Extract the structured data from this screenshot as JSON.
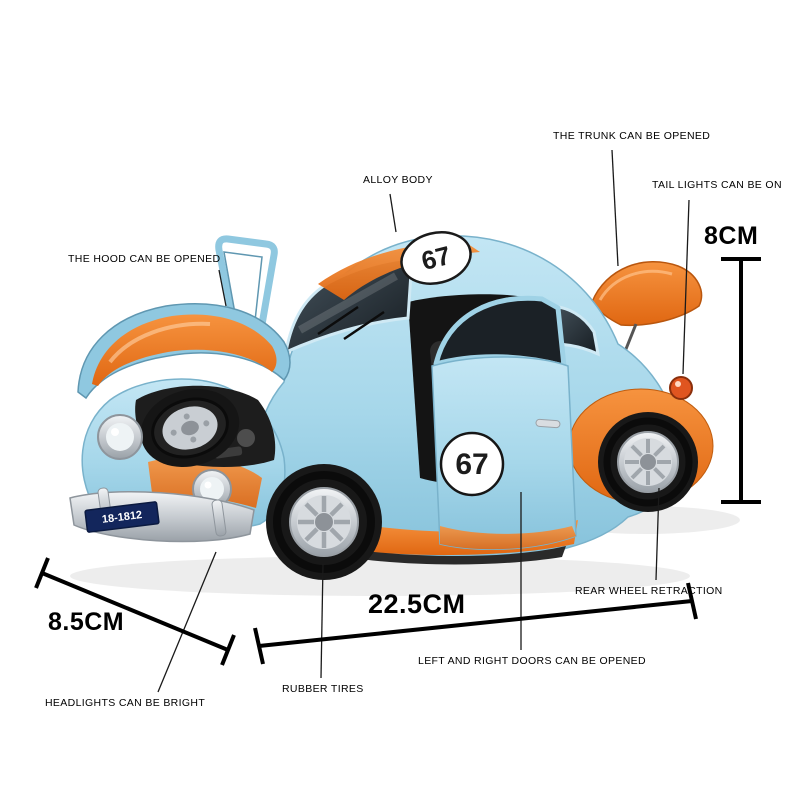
{
  "product": {
    "decal_number": "67",
    "license_plate": "18-1812"
  },
  "callouts": {
    "trunk": "THE TRUNK CAN BE OPENED",
    "alloy_body": "ALLOY BODY",
    "tail_lights": "TAIL LIGHTS CAN BE ON",
    "hood": "THE HOOD CAN BE OPENED",
    "rear_wheel": "REAR WHEEL RETRACTION",
    "doors": "LEFT AND RIGHT DOORS CAN BE OPENED",
    "tires": "RUBBER TIRES",
    "headlights": "HEADLIGHTS CAN BE BRIGHT"
  },
  "dimensions": {
    "height": "8CM",
    "length": "22.5CM",
    "width": "8.5CM"
  },
  "colors": {
    "body_blue": "#a6d7ea",
    "accent_orange": "#ee7422"
  }
}
